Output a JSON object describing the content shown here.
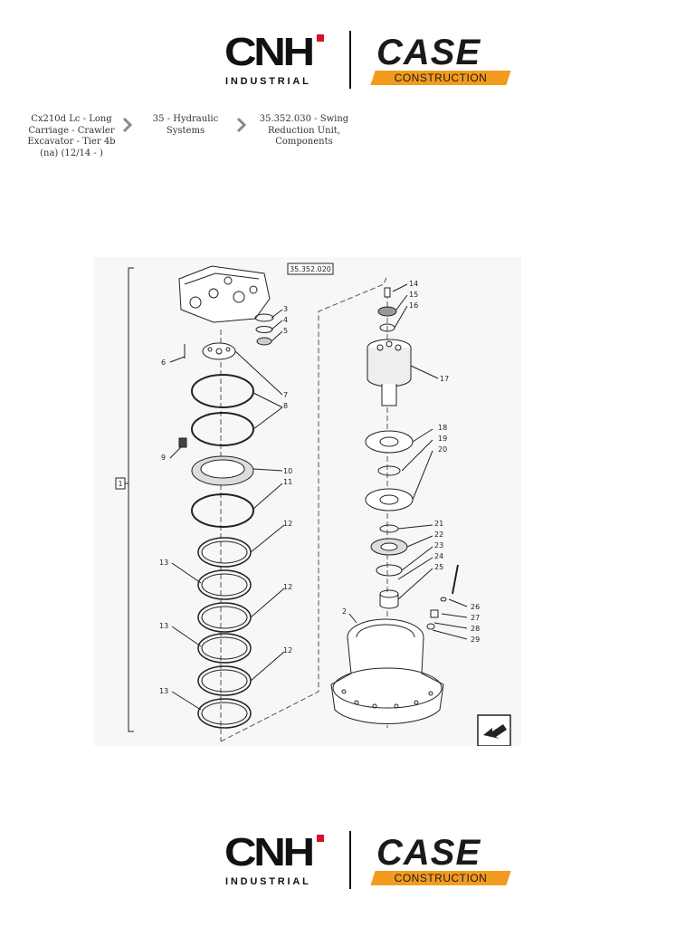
{
  "header": {
    "cnh_logo": {
      "word": "CNH",
      "subtitle": "INDUSTRIAL"
    },
    "case_logo": {
      "word": "CASE",
      "band": "CONSTRUCTION"
    }
  },
  "breadcrumb": {
    "items": [
      {
        "label": "Cx210d Lc - Long Carriage - Crawler Excavator - Tier 4b (na) (12/14 - )"
      },
      {
        "label": "35 - Hydraulic Systems"
      },
      {
        "label": "35.352.030 - Swing Reduction Unit, Components"
      }
    ],
    "separator_icon": "chevron-right-icon"
  },
  "diagram": {
    "reference_box": "35.352.020",
    "group_label": "1",
    "callouts": [
      "2",
      "3",
      "4",
      "5",
      "6",
      "7",
      "8",
      "9",
      "10",
      "11",
      "12",
      "12",
      "12",
      "13",
      "13",
      "13",
      "14",
      "15",
      "16",
      "17",
      "18",
      "19",
      "20",
      "21",
      "22",
      "23",
      "24",
      "25",
      "26",
      "27",
      "28",
      "29"
    ],
    "corner_icon": "direction-arrow-icon"
  },
  "footer": {
    "cnh_logo": {
      "word": "CNH",
      "subtitle": "INDUSTRIAL"
    },
    "case_logo": {
      "word": "CASE",
      "band": "CONSTRUCTION"
    }
  }
}
